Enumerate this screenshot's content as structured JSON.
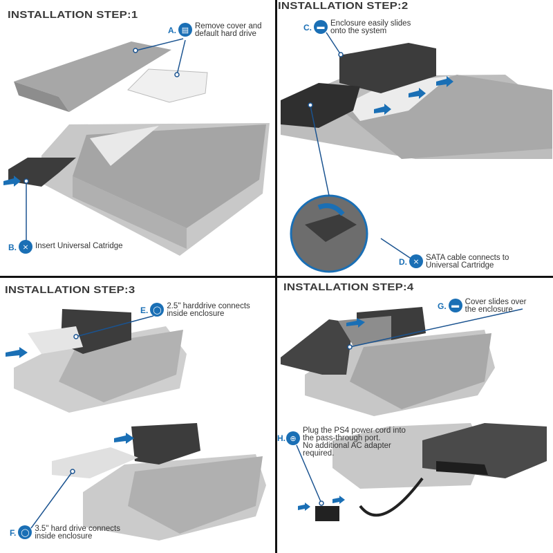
{
  "colors": {
    "accent_blue": "#1a6fb5",
    "title_gray": "#3a3a3a",
    "divider": "#111111",
    "console_gray": "#a9a9a9",
    "enclosure_dark": "#3c3c3c"
  },
  "panels": [
    {
      "title": "INSTALLATION STEP:1",
      "callouts": [
        {
          "letter": "A.",
          "icon": "hard-drive-icon",
          "lines": [
            "Remove cover and",
            "default hard drive"
          ]
        },
        {
          "letter": "B.",
          "icon": "cable-plug-icon",
          "lines": [
            "Insert Universal Catridge"
          ]
        }
      ]
    },
    {
      "title": "INSTALLATION STEP:2",
      "callouts": [
        {
          "letter": "C.",
          "icon": "enclosure-icon",
          "lines": [
            "Enclosure easily slides",
            "onto the system"
          ]
        },
        {
          "letter": "D.",
          "icon": "cable-plug-icon",
          "lines": [
            "SATA cable connects to",
            "Universal Cartridge"
          ]
        }
      ]
    },
    {
      "title": "INSTALLATION STEP:3",
      "callouts": [
        {
          "letter": "E.",
          "icon": "hard-drive-icon",
          "lines": [
            "2.5\" harddrive connects",
            "inside enclosure"
          ]
        },
        {
          "letter": "F.",
          "icon": "hard-drive-icon",
          "lines": [
            "3.5\" hard drive connects",
            "inside enclosure"
          ]
        }
      ]
    },
    {
      "title": "INSTALLATION STEP:4",
      "callouts": [
        {
          "letter": "G.",
          "icon": "enclosure-icon",
          "lines": [
            "Cover slides over",
            "the enclosure"
          ]
        },
        {
          "letter": "H.",
          "icon": "power-plug-icon",
          "lines": [
            "Plug the PS4 power cord into",
            "the pass-through port.",
            "No additional AC adapter",
            "required."
          ]
        }
      ]
    }
  ]
}
